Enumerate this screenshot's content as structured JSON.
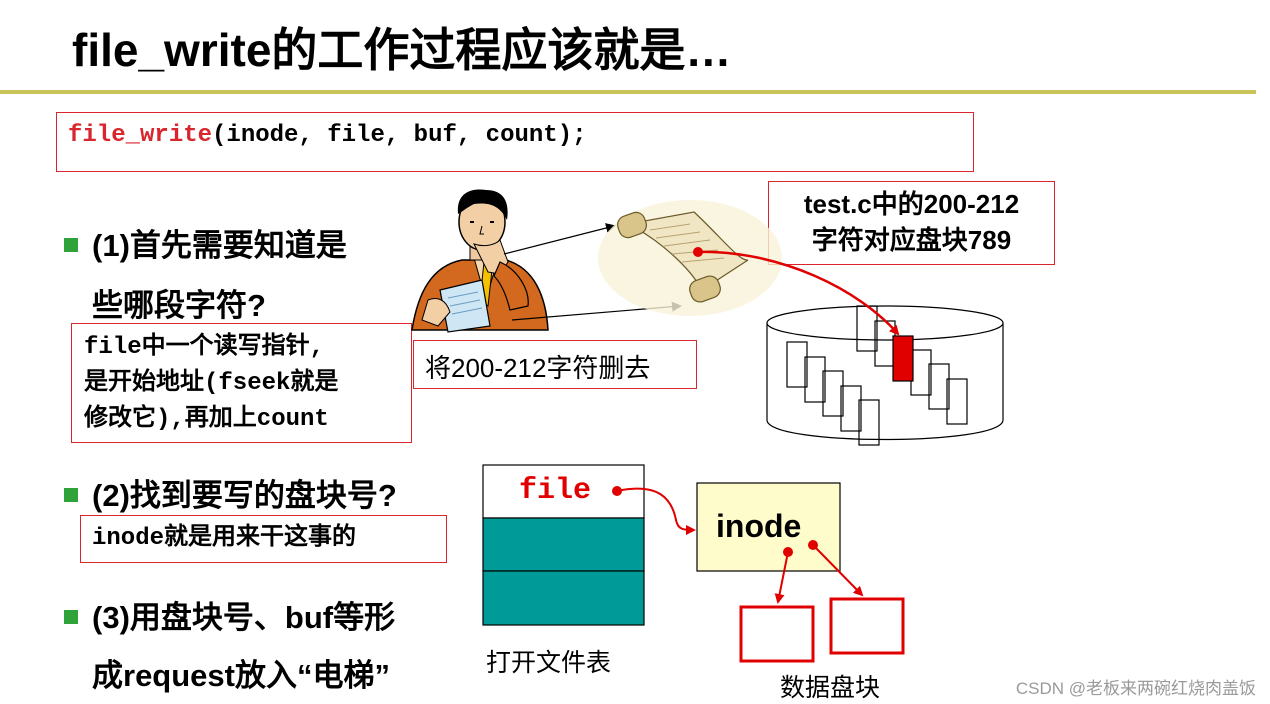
{
  "title": "file_write的工作过程应该就是…",
  "code": {
    "func": "file_write",
    "args": "(inode, file, buf, count);"
  },
  "bullets": [
    {
      "line1": "(1)首先需要知道是",
      "line2": "些哪段字符?"
    },
    {
      "line1": "(2)找到要写的盘块号?"
    },
    {
      "line1": "(3)用盘块号、buf等形",
      "line2": "成request放入“电梯”"
    }
  ],
  "notes": {
    "pointer": [
      "file中一个读写指针,",
      "是开始地址(fseek就是",
      "修改它),再加上count"
    ],
    "inode": "inode就是用来干这事的",
    "delete": "将200-212字符删去",
    "mapping": [
      "test.c中的200-212",
      "字符对应盘块789"
    ]
  },
  "diagram": {
    "file_label": "file",
    "table_label": "打开文件表",
    "inode_label": "inode",
    "data_blocks_label": "数据盘块"
  },
  "colors": {
    "red": "#e00000",
    "teal": "#009a98",
    "green": "#2fa33a",
    "olive_rule": "#c8c45a",
    "inode_fill": "#fffccc"
  },
  "watermark": "CSDN @老板来两碗红烧肉盖饭"
}
